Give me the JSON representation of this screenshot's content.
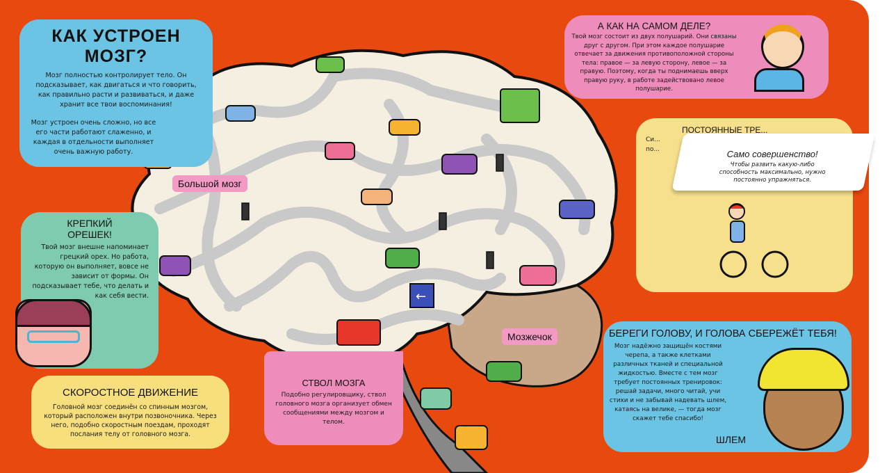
{
  "main": {
    "title": "Как устроен мозг?",
    "intro_p1": "Мозг полностью контролирует тело. Он подсказывает, как двигаться и что говорить, как правильно расти и развиваться, и даже хранит все твои воспоминания!",
    "intro_p2": "Мозг устроен очень сложно, но все его части работают слаженно, и каждая в отдельности выполняет очень важную работу."
  },
  "nut": {
    "title": "Крепкий орешек!",
    "text": "Твой мозг внешне напоминает грецкий орех. Но работа, которую он выполняет, вовсе не зависит от формы. Он подсказывает тебе, что делать и как себя вести."
  },
  "speed": {
    "title": "Скоростное движение",
    "text": "Головной мозг соединён со спинным мозгом, который расположен внутри позвоночника. Через него, подобно скоростным поездам, проходят послания телу от головного мозга."
  },
  "stem": {
    "title": "Ствол мозга",
    "text": "Подобно регулировщику, ствол головного мозга организует обмен сообщениями между мозгом и телом."
  },
  "reality": {
    "title": "А как на самом деле?",
    "text": "Твой мозг состоит из двух полушарий. Они связаны друг с другом. При этом каждое полушарие отвечает за движения противоположной стороны тела: правое — за левую сторону, левое — за правую. Поэтому, когда ты поднимаешь вверх правую руку, в работе задействовано левое полушарие."
  },
  "training": {
    "hidden_title": "Постоянные тре...",
    "hidden_text": "Си... по...",
    "flap_title": "Само совершенство!",
    "flap_text": "Чтобы развить какую-либо способность максимально, нужно постоянно упражняться."
  },
  "helmet": {
    "title": "Береги голову, и голова сбережёт тебя!",
    "text": "Мозг надёжно защищён костями черепа, а также клетками различных тканей и специальной жидкостью. Вместе с тем мозг требует постоянных тренировок: решай задачи, много читай, учи стихи и не забывай надевать шлем, катаясь на велике, — тогда мозг скажет тебе спасибо!",
    "label": "Шлем"
  },
  "labels": {
    "cerebrum": "Большой мозг",
    "cerebellum": "Мозжечок"
  },
  "colors": {
    "background": "#e8490f",
    "blue": "#6cc4e4",
    "green": "#7ecbb0",
    "yellow": "#f8df7d",
    "pink": "#ee8dbb"
  }
}
